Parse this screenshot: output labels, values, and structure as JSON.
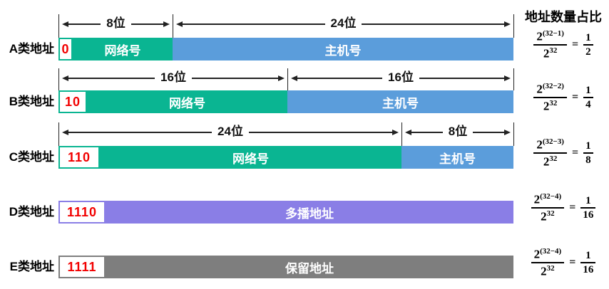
{
  "header": {
    "ratio_column_title": "地址数量占比"
  },
  "colors": {
    "network_green": "#0ab592",
    "host_blue": "#5b9ddb",
    "multicast_purple": "#8a7ee6",
    "reserved_gray": "#7e7e7e",
    "prefix_red": "#f20000",
    "line_black": "#222222"
  },
  "rows": [
    {
      "label": "A类地址",
      "prefix_bits": "0",
      "segments": [
        {
          "label": "网络号"
        },
        {
          "label": "主机号"
        }
      ],
      "dims": [
        {
          "label": "8位"
        },
        {
          "label": "24位"
        }
      ],
      "formula": {
        "num_base": "2",
        "num_exp": "(32−1)",
        "den_base": "2",
        "den_exp": "32",
        "eq": "=",
        "res_num": "1",
        "res_den": "2"
      }
    },
    {
      "label": "B类地址",
      "prefix_bits": "10",
      "segments": [
        {
          "label": "网络号"
        },
        {
          "label": "主机号"
        }
      ],
      "dims": [
        {
          "label": "16位"
        },
        {
          "label": "16位"
        }
      ],
      "formula": {
        "num_base": "2",
        "num_exp": "(32−2)",
        "den_base": "2",
        "den_exp": "32",
        "eq": "=",
        "res_num": "1",
        "res_den": "4"
      }
    },
    {
      "label": "C类地址",
      "prefix_bits": "110",
      "segments": [
        {
          "label": "网络号"
        },
        {
          "label": "主机号"
        }
      ],
      "dims": [
        {
          "label": "24位"
        },
        {
          "label": "8位"
        }
      ],
      "formula": {
        "num_base": "2",
        "num_exp": "(32−3)",
        "den_base": "2",
        "den_exp": "32",
        "eq": "=",
        "res_num": "1",
        "res_den": "8"
      }
    },
    {
      "label": "D类地址",
      "prefix_bits": "1110",
      "segments": [
        {
          "label": "多播地址"
        }
      ],
      "dims": [],
      "formula": {
        "num_base": "2",
        "num_exp": "(32−4)",
        "den_base": "2",
        "den_exp": "32",
        "eq": "=",
        "res_num": "1",
        "res_den": "16"
      }
    },
    {
      "label": "E类地址",
      "prefix_bits": "1111",
      "segments": [
        {
          "label": "保留地址"
        }
      ],
      "dims": [],
      "formula": {
        "num_base": "2",
        "num_exp": "(32−4)",
        "den_base": "2",
        "den_exp": "32",
        "eq": "=",
        "res_num": "1",
        "res_den": "16"
      }
    }
  ]
}
